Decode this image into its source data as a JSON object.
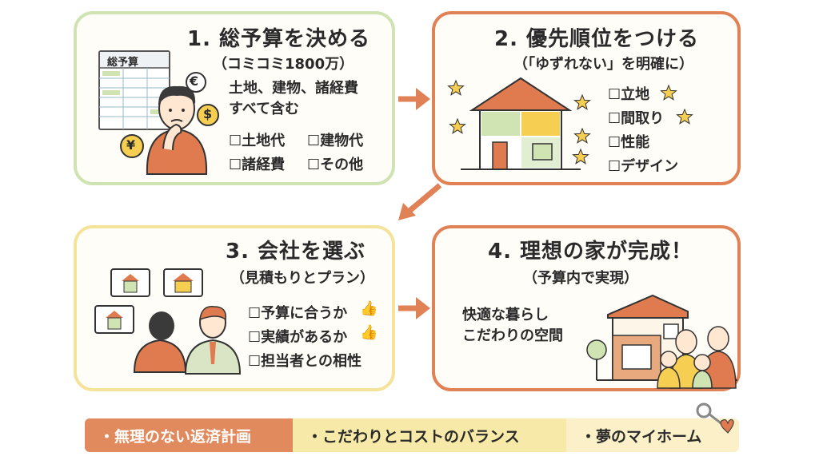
{
  "step1": {
    "title": "1. 総予算を決める",
    "subtitle": "（コミコミ1800万）",
    "sheet_label": "総予算",
    "desc_line1": "土地、建物、諸経費",
    "desc_line2": "すべて含む",
    "checks": [
      "☐土地代",
      "☐建物代",
      "☐諸経費",
      "☐その他"
    ],
    "symbols": [
      "€",
      "$",
      "¥"
    ]
  },
  "step2": {
    "title": "2. 優先順位をつける",
    "subtitle": "（「ゆずれない」を明確に）",
    "checks": [
      "☐立地",
      "☐間取り",
      "☐性能",
      "☐デザイン"
    ]
  },
  "step3": {
    "title": "3. 会社を選ぶ",
    "subtitle": "（見積もりとプラン）",
    "checks": [
      "☐予算に合うか",
      "☐実績があるか",
      "☐担当者との相性"
    ]
  },
  "step4": {
    "title": "4. 理想の家が完成！",
    "subtitle": "（予算内で実現）",
    "desc_line1": "快適な暮らし",
    "desc_line2": "こだわりの空間"
  },
  "banner": {
    "items": [
      "・無理のない返済計画",
      "・こだわりとコストのバランス",
      "・夢のマイホーム"
    ]
  },
  "colors": {
    "green": "#cfe3b3",
    "orange": "#e08255",
    "yellow": "#f4e39a"
  }
}
